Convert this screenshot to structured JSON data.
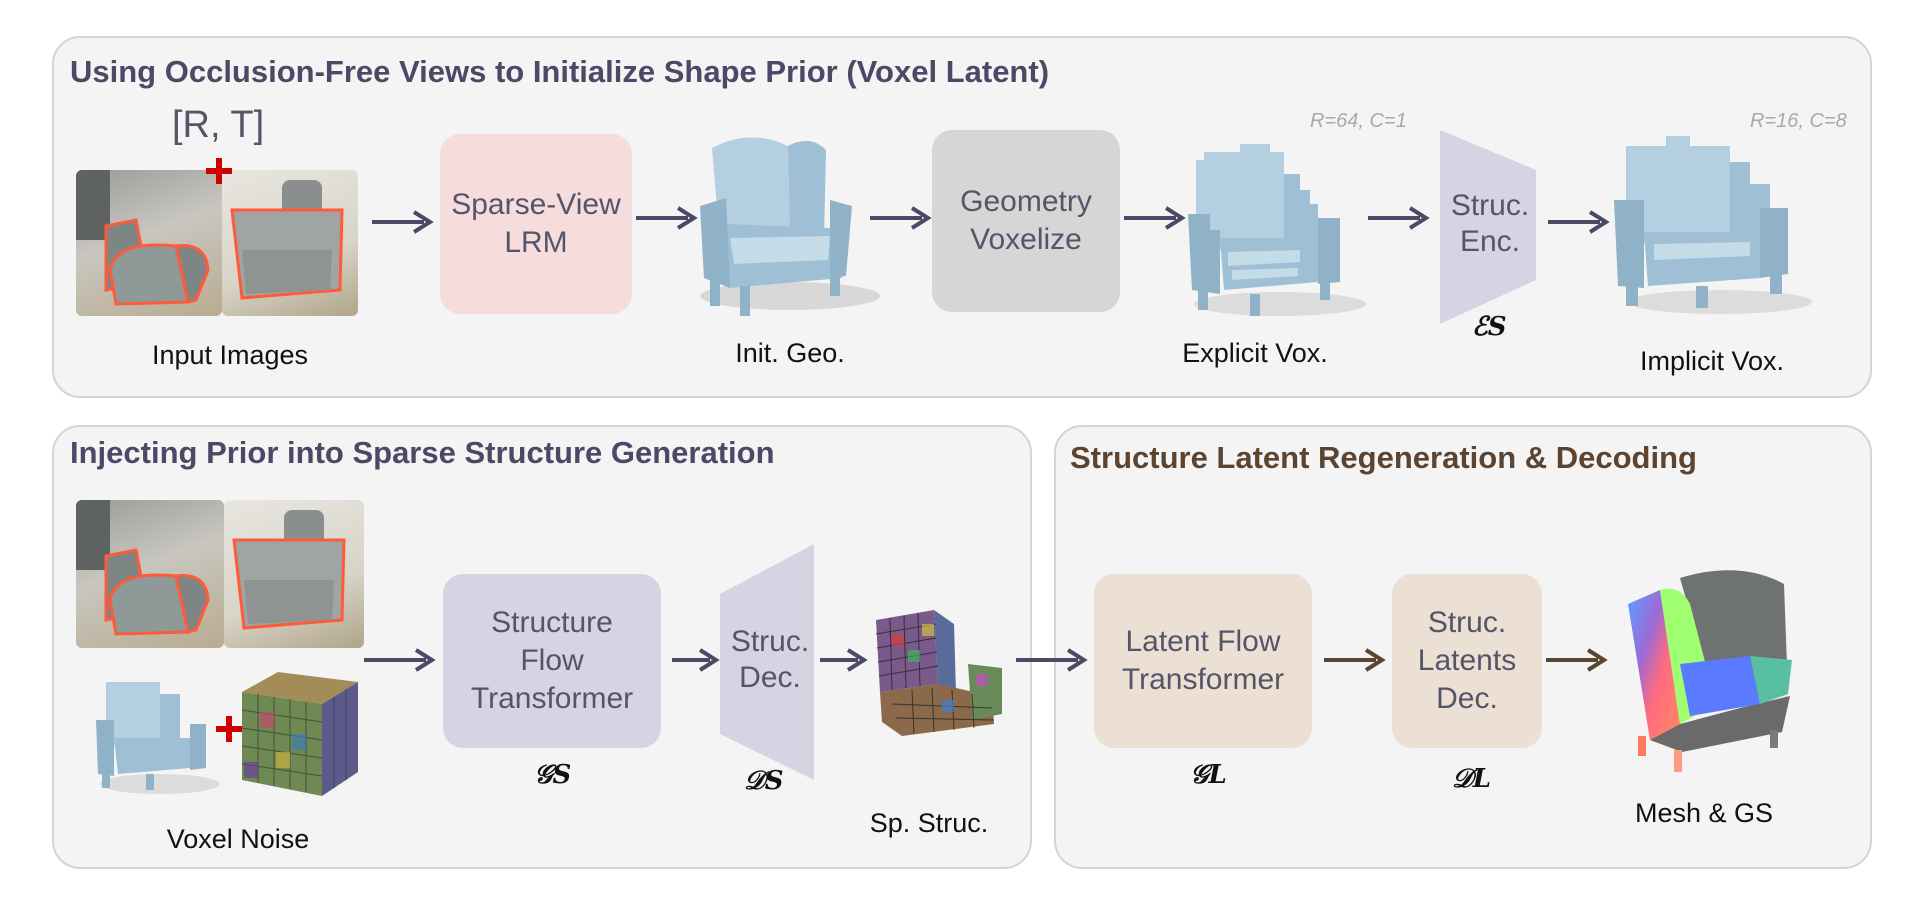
{
  "panels": {
    "top": {
      "title": "Using Occlusion-Free Views to Initialize Shape Prior (Voxel Latent)"
    },
    "bottom_left": {
      "title": "Injecting Prior into Sparse Structure Generation"
    },
    "bottom_right": {
      "title": "Structure Latent Regeneration & Decoding"
    }
  },
  "top_row": {
    "pose_label": "[R, T]",
    "input_images_label": "Input Images",
    "sparse_view_lrm": "Sparse-View\nLRM",
    "init_geo_label": "Init. Geo.",
    "geometry_voxelize": "Geometry\nVoxelize",
    "explicit_vox_label": "Explicit Vox.",
    "explicit_res": "R=64, C=1",
    "struc_enc": "Struc.\nEnc.",
    "struc_enc_symbol": "ℰS",
    "implicit_vox_label": "Implicit Vox.",
    "implicit_res": "R=16, C=8"
  },
  "bottom_left_row": {
    "voxel_noise_label": "Voxel Noise",
    "structure_flow_transformer": "Structure\nFlow\nTransformer",
    "structure_flow_symbol": "𝒢S",
    "struc_dec": "Struc.\nDec.",
    "struc_dec_symbol": "𝒟S",
    "sp_struc_label": "Sp. Struc."
  },
  "bottom_right_row": {
    "latent_flow_transformer": "Latent Flow\nTransformer",
    "latent_flow_symbol": "𝒢L",
    "struc_latents_dec": "Struc.\nLatents\nDec.",
    "struc_latents_symbol": "𝒟L",
    "mesh_gs_label": "Mesh & GS"
  },
  "colors": {
    "title_slate": "#4a4a66",
    "title_brown": "#5c4431",
    "lrm_box": "#f6dcdc",
    "voxelize_box": "#d6d6d6",
    "encoder_box": "#d6d3e3",
    "latent_box": "#ecdfd3",
    "arrow_slate": "#4a4a66",
    "arrow_brown": "#5a4530",
    "plus_red": "#d10000",
    "chair_blue": "#9fbfd5"
  },
  "icons": [
    "plus-icon",
    "arrow-icon",
    "chair-icon",
    "voxel-chair-icon",
    "noise-cube-icon",
    "colored-mesh-icon"
  ]
}
